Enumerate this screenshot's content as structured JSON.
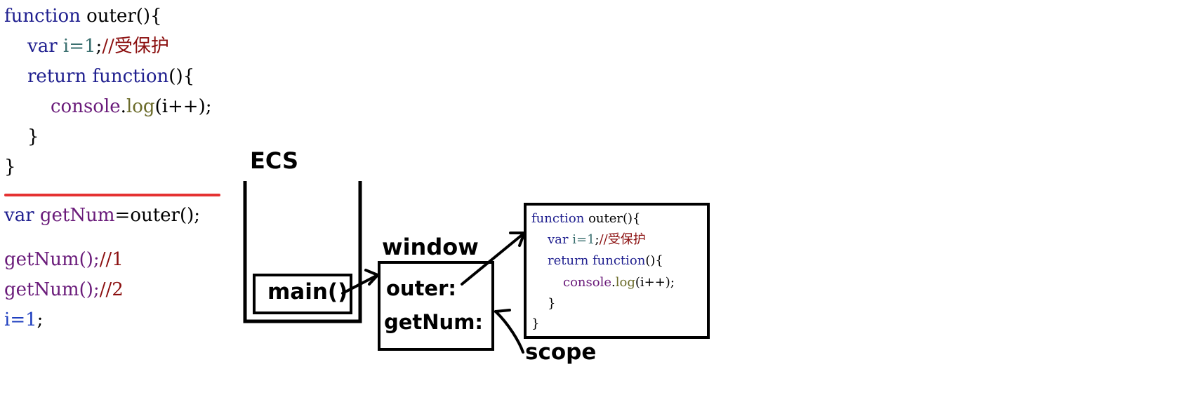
{
  "code": {
    "line1": {
      "kw": "function",
      "name": " outer(){"
    },
    "line2": {
      "kw": "var",
      "var": " i=1",
      "semi": ";",
      "comment": "//受保护"
    },
    "line3": {
      "kw": "return",
      "kw2": " function",
      "rest": "(){"
    },
    "line4": {
      "obj": "console",
      "dot": ".",
      "method": "log",
      "args": "(i++);"
    },
    "line5": "}",
    "line6": "}",
    "line7": {
      "kw": "var",
      "name": " getNum",
      "rest": "=outer();"
    },
    "line8": {
      "call": "getNum();",
      "comment": "//1"
    },
    "line9": {
      "call": "getNum();",
      "comment": "//2"
    },
    "line10": {
      "var": "i=1",
      "semi": ";"
    }
  },
  "diagram": {
    "ecs_label": "ECS",
    "main_label": "main()",
    "window_label": "window",
    "window_outer": "outer:",
    "window_getnum": "getNum:",
    "scope_label": "scope"
  },
  "func_box": {
    "line1": {
      "kw": "function",
      "name": " outer(){"
    },
    "line2": {
      "kw": "var",
      "var": " i=1",
      "semi": ";",
      "comment": "//受保护"
    },
    "line3": {
      "kw": "return",
      "kw2": " function",
      "rest": "(){"
    },
    "line4": {
      "obj": "console",
      "dot": ".",
      "method": "log",
      "args": "(i++);"
    },
    "line5": "}",
    "line6": "}"
  }
}
